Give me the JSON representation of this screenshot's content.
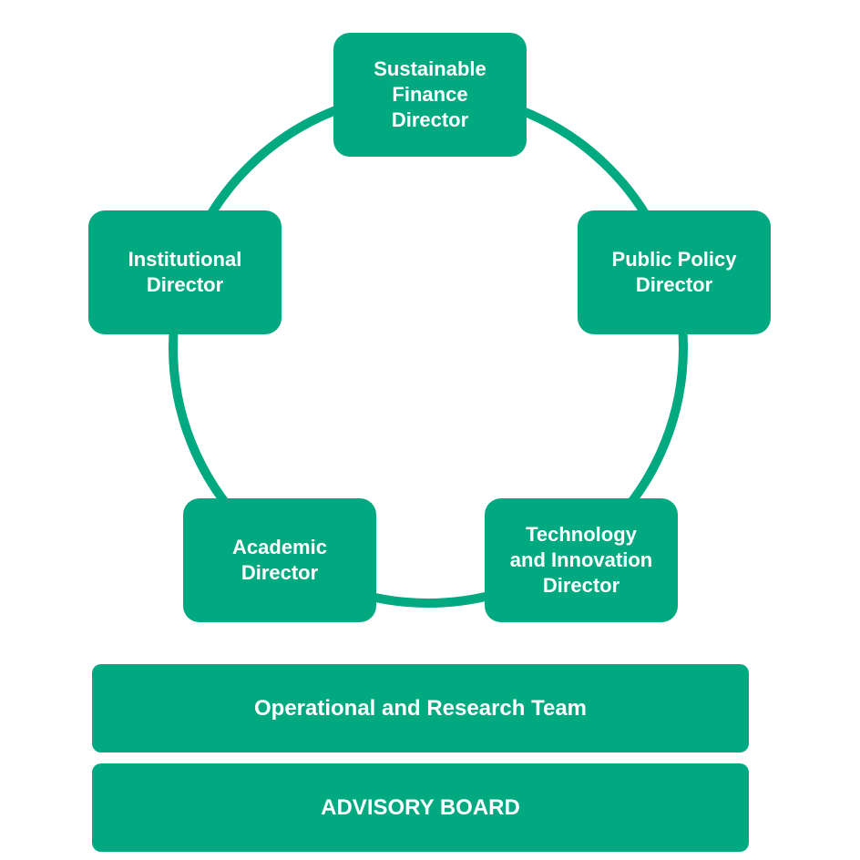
{
  "colors": {
    "primary": "#00A97F",
    "text": "#FFFFFF"
  },
  "nodes": {
    "sustainable_finance": {
      "lines": [
        "Sustainable",
        "Finance",
        "Director"
      ]
    },
    "public_policy": {
      "lines": [
        "Public Policy",
        "Director"
      ]
    },
    "technology_innovation": {
      "lines": [
        "Technology",
        "and Innovation",
        "Director"
      ]
    },
    "academic": {
      "lines": [
        "Academic",
        "Director"
      ]
    },
    "institutional": {
      "lines": [
        "Institutional",
        "Director"
      ]
    }
  },
  "bars": {
    "operational_team": "Operational and Research Team",
    "advisory_board": "ADVISORY BOARD"
  }
}
